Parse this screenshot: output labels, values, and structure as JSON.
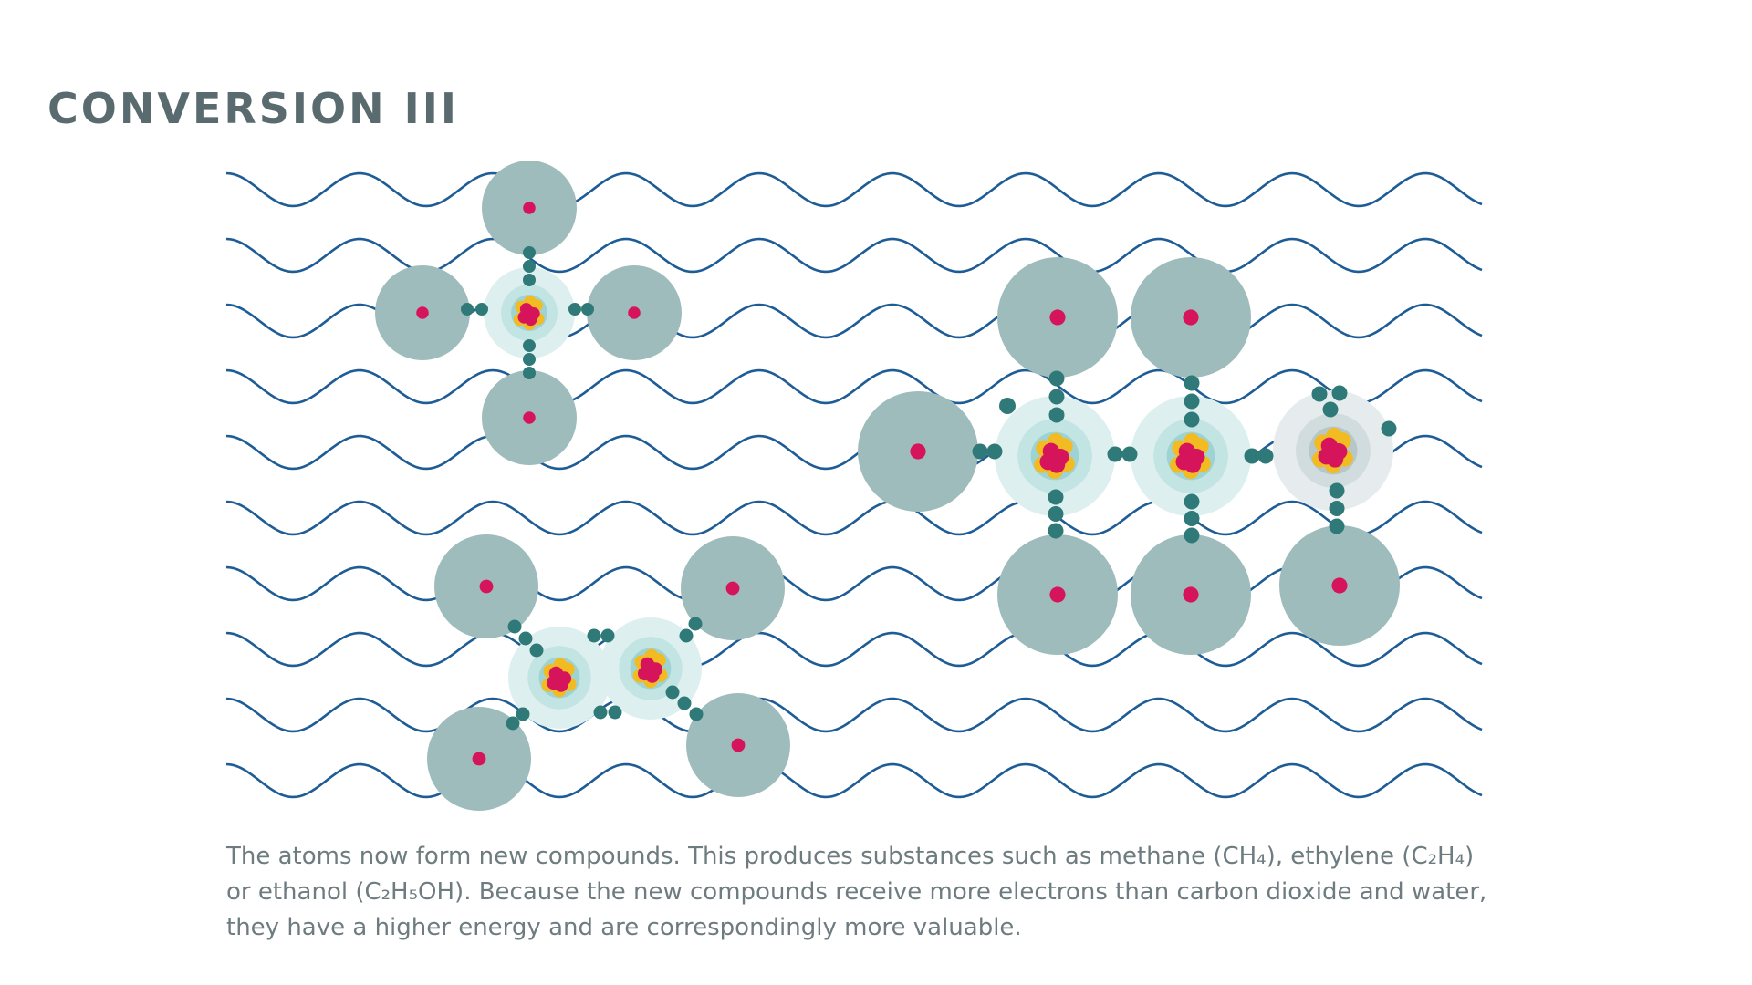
{
  "title": "CONVERSION III",
  "description": [
    "The atoms now form new compounds. This produces substances such as methane (CH₄), ethylene (C₂H₄)",
    "or ethanol (C₂H₅OH). Because the new compounds receive more electrons than carbon dioxide and water,",
    "they have a higher energy and are correspondingly more valuable."
  ],
  "colors": {
    "wave": "#1e5c96",
    "hydrogen": "#9fbcbd",
    "proton": "#d6145c",
    "neutron": "#f2bb22",
    "electron": "#2f7a78",
    "shell_outer": "#ddf0ef",
    "shell_mid": "#c2e4e3",
    "shell_inner": "#9fd3d3",
    "oxygen_shell_outer": "#e6eced",
    "oxygen_shell_mid": "#d1dcde",
    "oxygen_shell_inner": "#b6c7ca",
    "title": "#5a6b70",
    "text": "#6e7c80"
  },
  "icons": {
    "hydrogen": "hydrogen-atom-icon",
    "carbon": "carbon-atom-icon",
    "oxygen": "oxygen-atom-icon",
    "electron": "electron-icon",
    "wave": "wave-line-icon"
  }
}
